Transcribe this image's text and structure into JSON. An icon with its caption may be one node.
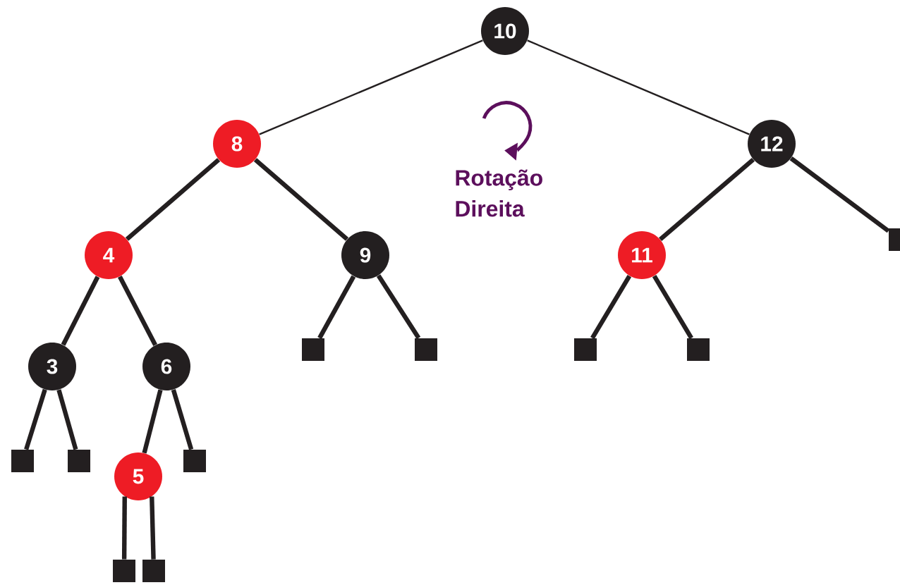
{
  "diagram": {
    "nodes": [
      {
        "text": [
          "10"
        ]
      },
      {
        "text": [
          "8"
        ]
      },
      {
        "text": [
          "12"
        ]
      },
      {
        "text": [
          "4"
        ]
      },
      {
        "text": [
          "9"
        ]
      },
      {
        "text": [
          "11"
        ]
      },
      {
        "text": [],
        "shape": "box"
      },
      {
        "text": [
          "3"
        ]
      },
      {
        "text": [
          "6"
        ]
      },
      {
        "text": [],
        "shape": "box"
      },
      {
        "text": [],
        "shape": "box"
      },
      {
        "text": [],
        "shape": "box"
      },
      {
        "text": [],
        "shape": "box"
      },
      {
        "text": [],
        "shape": "box"
      },
      {
        "text": [],
        "shape": "box"
      },
      {
        "text": [
          "5"
        ]
      },
      {
        "text": [],
        "shape": "box"
      },
      {
        "text": [],
        "shape": "box"
      },
      {
        "text": [],
        "shape": "box"
      }
    ],
    "edges": [
      {
        "from": 0,
        "to": 1,
        "arrow": "none"
      },
      {
        "from": 0,
        "to": 2,
        "arrow": "none"
      },
      {
        "from": 1,
        "to": 3,
        "arrow": "none"
      },
      {
        "from": 1,
        "to": 4,
        "arrow": "none"
      },
      {
        "from": 2,
        "to": 5,
        "arrow": "none"
      },
      {
        "from": 2,
        "to": 6,
        "arrow": "none"
      },
      {
        "from": 3,
        "to": 7,
        "arrow": "none"
      },
      {
        "from": 3,
        "to": 8,
        "arrow": "none"
      },
      {
        "from": 4,
        "to": 9,
        "arrow": "none"
      },
      {
        "from": 4,
        "to": 10,
        "arrow": "none"
      },
      {
        "from": 5,
        "to": 11,
        "arrow": "none"
      },
      {
        "from": 5,
        "to": 12,
        "arrow": "none"
      },
      {
        "from": 7,
        "to": 13,
        "arrow": "none"
      },
      {
        "from": 7,
        "to": 14,
        "arrow": "none"
      },
      {
        "from": 8,
        "to": 15,
        "arrow": "none"
      },
      {
        "from": 8,
        "to": 16,
        "arrow": "none"
      },
      {
        "from": 15,
        "to": 17,
        "arrow": "none"
      },
      {
        "from": 15,
        "to": 18,
        "arrow": "none"
      }
    ],
    "labels": [
      "Rotação Direita"
    ]
  }
}
